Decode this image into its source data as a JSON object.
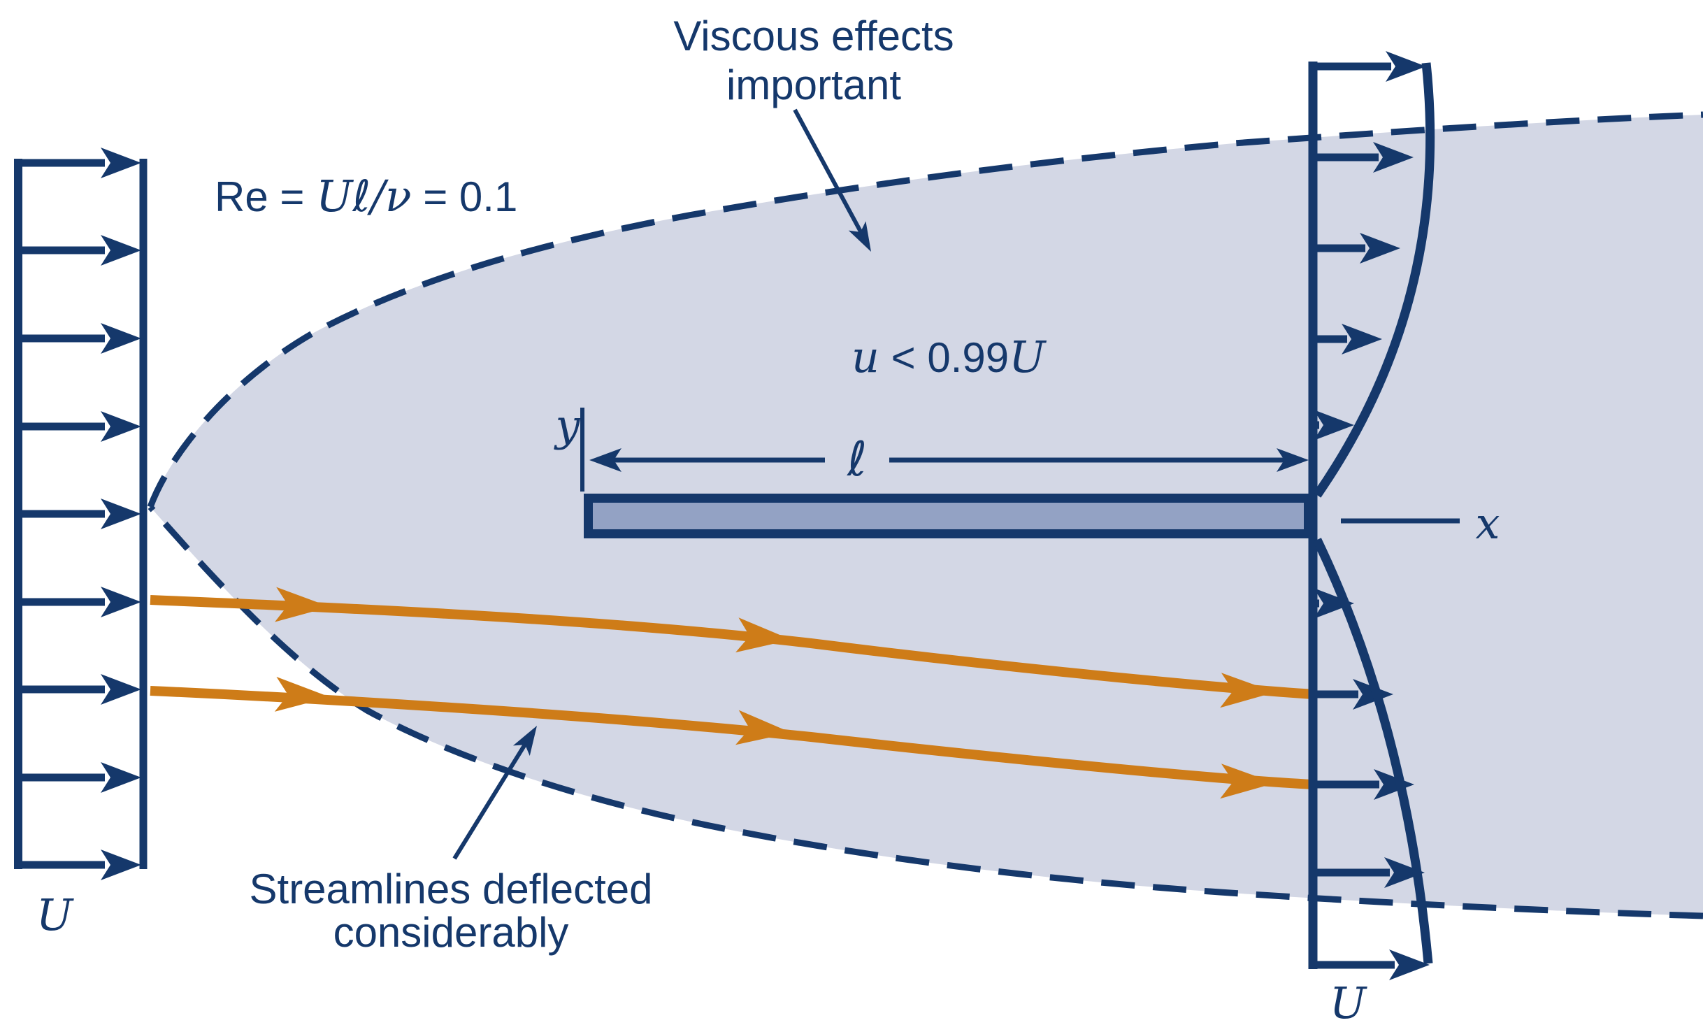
{
  "colors": {
    "navy": "#15386b",
    "orange": "#ce7c18",
    "region": "#d3d7e5",
    "plate": "#93a2c4",
    "bg": "#ffffff"
  },
  "labels": {
    "viscous_note_line1": "Viscous effects",
    "viscous_note_line2": "important",
    "reynolds_prefix": "Re = ",
    "reynolds_math": "Uℓ/ν",
    "reynolds_suffix": " = 0.1",
    "u_condition_u": "u",
    "u_condition_mid": " < 0.99",
    "u_condition_U": "U",
    "plate_length": "ℓ",
    "axis_y": "y",
    "axis_x": "x",
    "freestream_left": "U",
    "freestream_right": "U",
    "streamline_note_line1": "Streamlines deflected",
    "streamline_note_line2": "considerably"
  }
}
